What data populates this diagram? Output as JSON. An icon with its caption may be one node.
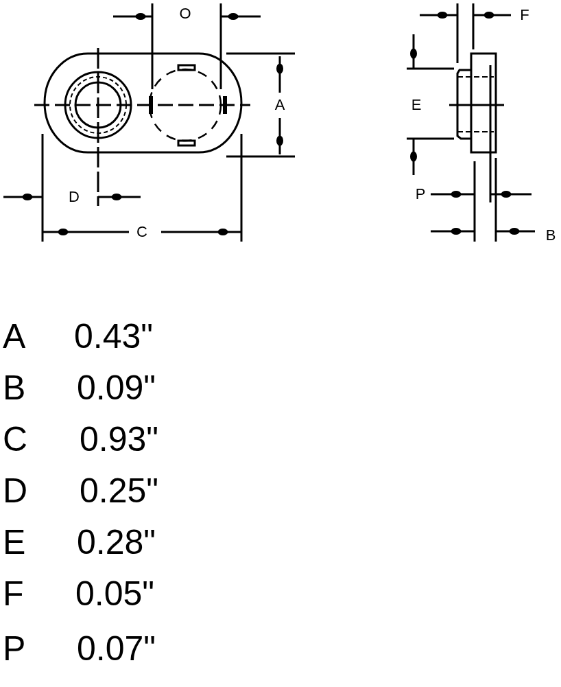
{
  "diagram": {
    "labels": [
      "O",
      "F",
      "A",
      "E",
      "D",
      "P",
      "C",
      "B",
      "A",
      "0.43\"",
      "B",
      "0.09\"",
      "C",
      "0.93\"",
      "D",
      "0.25\"",
      "E",
      "0.28\"",
      "F",
      "0.05\"",
      "P",
      "0.07\""
    ]
  }
}
